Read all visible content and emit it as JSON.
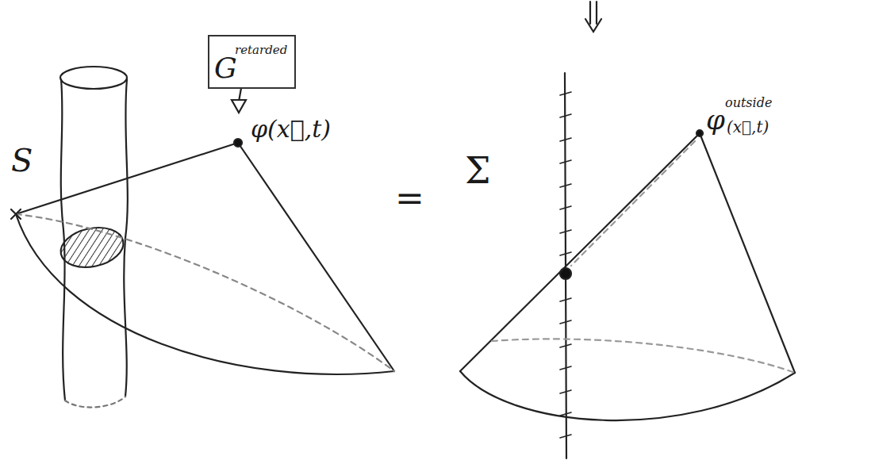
{
  "diagram": {
    "nodes": [
      {
        "text": [
          "G",
          "retarded"
        ]
      }
    ],
    "labels": [
      "φ(x⃗,t)",
      "S",
      "=",
      "Σ",
      "φ",
      "outside",
      "(x⃗,t)"
    ]
  }
}
